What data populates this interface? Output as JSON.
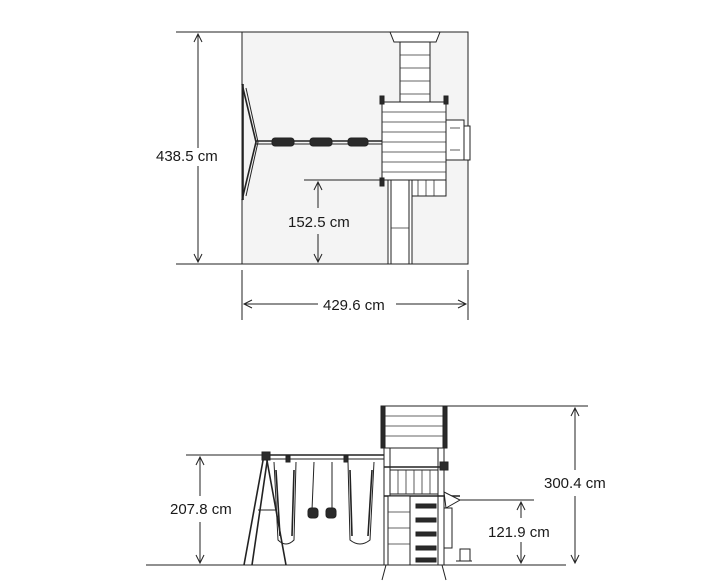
{
  "top_view": {
    "depth_label": "438.5 cm",
    "slide_exit_label": "152.5 cm",
    "width_label": "429.6 cm"
  },
  "side_view": {
    "swing_beam_height_label": "207.8 cm",
    "total_height_label": "300.4 cm",
    "deck_height_label": "121.9 cm"
  }
}
